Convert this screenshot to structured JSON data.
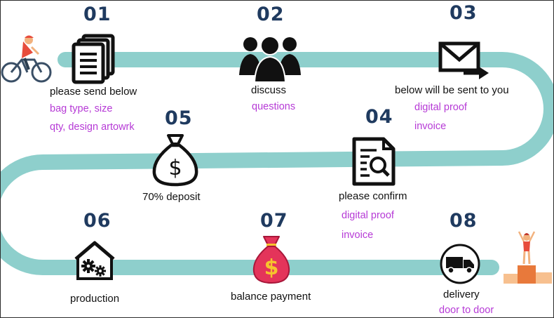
{
  "colors": {
    "road": "#8ecfcc",
    "number": "#1f3a5f",
    "sub_text": "#b63ad6",
    "icon": "#111111",
    "money_bag_red": "#e4345a",
    "money_bag_gold": "#f6c32d",
    "podium_orange": "#e8793b",
    "podium_peach": "#f7c08f"
  },
  "steps": [
    {
      "number": "01",
      "label": "please send below",
      "details": [
        "bag type, size",
        "qty, design artowrk"
      ],
      "icon": "documents-icon"
    },
    {
      "number": "02",
      "label": "discuss",
      "details": [
        "questions"
      ],
      "icon": "people-group-icon"
    },
    {
      "number": "03",
      "label": "below will be sent to you",
      "details": [
        "digital proof",
        "invoice"
      ],
      "icon": "mail-send-icon"
    },
    {
      "number": "04",
      "label": "please confirm",
      "details": [
        "digital proof",
        "invoice"
      ],
      "icon": "document-search-icon"
    },
    {
      "number": "05",
      "label": "70% deposit",
      "details": [],
      "icon": "money-bag-outline-icon"
    },
    {
      "number": "06",
      "label": "production",
      "details": [],
      "icon": "factory-gears-icon"
    },
    {
      "number": "07",
      "label": "balance payment",
      "details": [],
      "icon": "money-bag-red-icon"
    },
    {
      "number": "08",
      "label": "delivery",
      "details": [
        "door to door"
      ],
      "icon": "delivery-truck-icon"
    }
  ],
  "start_figure": "cyclist-icon",
  "end_figure": "podium-winner-icon"
}
